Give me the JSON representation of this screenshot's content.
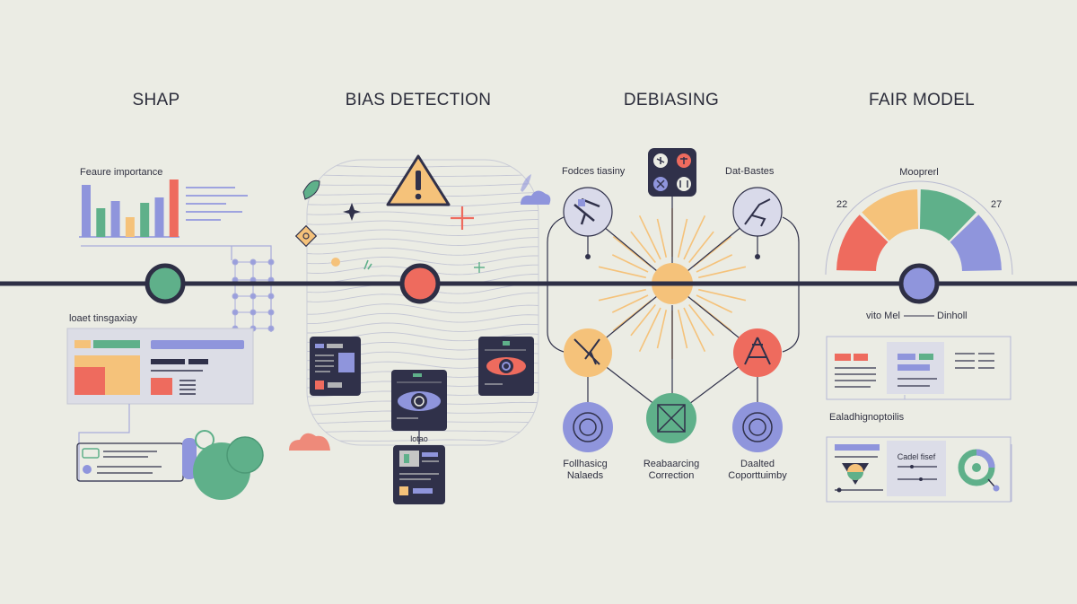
{
  "stages": [
    {
      "title": "SHAP",
      "color": "#5fb08a"
    },
    {
      "title": "BIAS DETECTION",
      "color": "#ee6b5e"
    },
    {
      "title": "DEBIASING",
      "color": "#f5c27a"
    },
    {
      "title": "FAIR MODEL",
      "color": "#8f95dc"
    }
  ],
  "shap": {
    "feature_label": "Feaure importance",
    "chart_data": {
      "type": "bar",
      "values": [
        58,
        32,
        40,
        22,
        38,
        44,
        64
      ],
      "colors": [
        "#8f95dc",
        "#5fb08a",
        "#8f95dc",
        "#f5c27a",
        "#5fb08a",
        "#8f95dc",
        "#ee6b5e"
      ]
    },
    "lower_label": "loaet tinsgaxiay"
  },
  "bias": {
    "small_label": "lotao"
  },
  "debiasing": {
    "left_label": "Fodces tiasiny",
    "right_label": "Dat-Bastes",
    "nodes": [
      {
        "line1": "Follhasicg",
        "line2": "Nalaeds"
      },
      {
        "line1": "Reabaarcing",
        "line2": "Correction"
      },
      {
        "line1": "Daalted",
        "line2": "Coporttuimby"
      }
    ]
  },
  "fair": {
    "gauge_title": "Mooprerl",
    "gauge_min": "22",
    "gauge_max": "27",
    "gauge_segments": [
      "#ee6b5e",
      "#f5c27a",
      "#5fb08a",
      "#8f95dc"
    ],
    "legend_left": "vito Mel",
    "legend_right": "Dinholl",
    "panel_label": "Ealadhignoptoilis",
    "inner_label": "Cadel fisef"
  },
  "palette": {
    "background": "#ebece4",
    "line": "#2e2f45",
    "dark": "#30314a",
    "purple": "#8f95dc",
    "green": "#5fb08a",
    "orange": "#f5c27a",
    "red": "#ee6b5e"
  }
}
